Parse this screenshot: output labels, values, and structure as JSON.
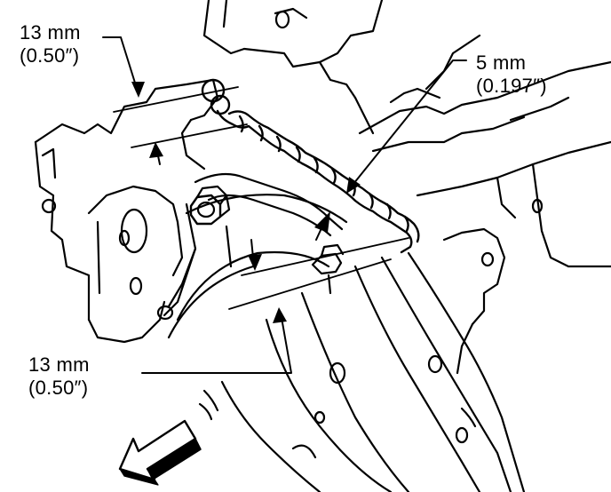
{
  "callouts": {
    "top_left": {
      "metric": "13 mm",
      "imperial": "(0.50″)"
    },
    "top_right": {
      "metric": "5 mm",
      "imperial": "(0.197″)"
    },
    "bottom_left": {
      "metric": "13 mm",
      "imperial": "(0.50″)"
    }
  },
  "icons": {
    "direction_arrow": "front-direction-arrow-icon"
  },
  "colors": {
    "ink": "#000000",
    "paper": "#ffffff"
  }
}
